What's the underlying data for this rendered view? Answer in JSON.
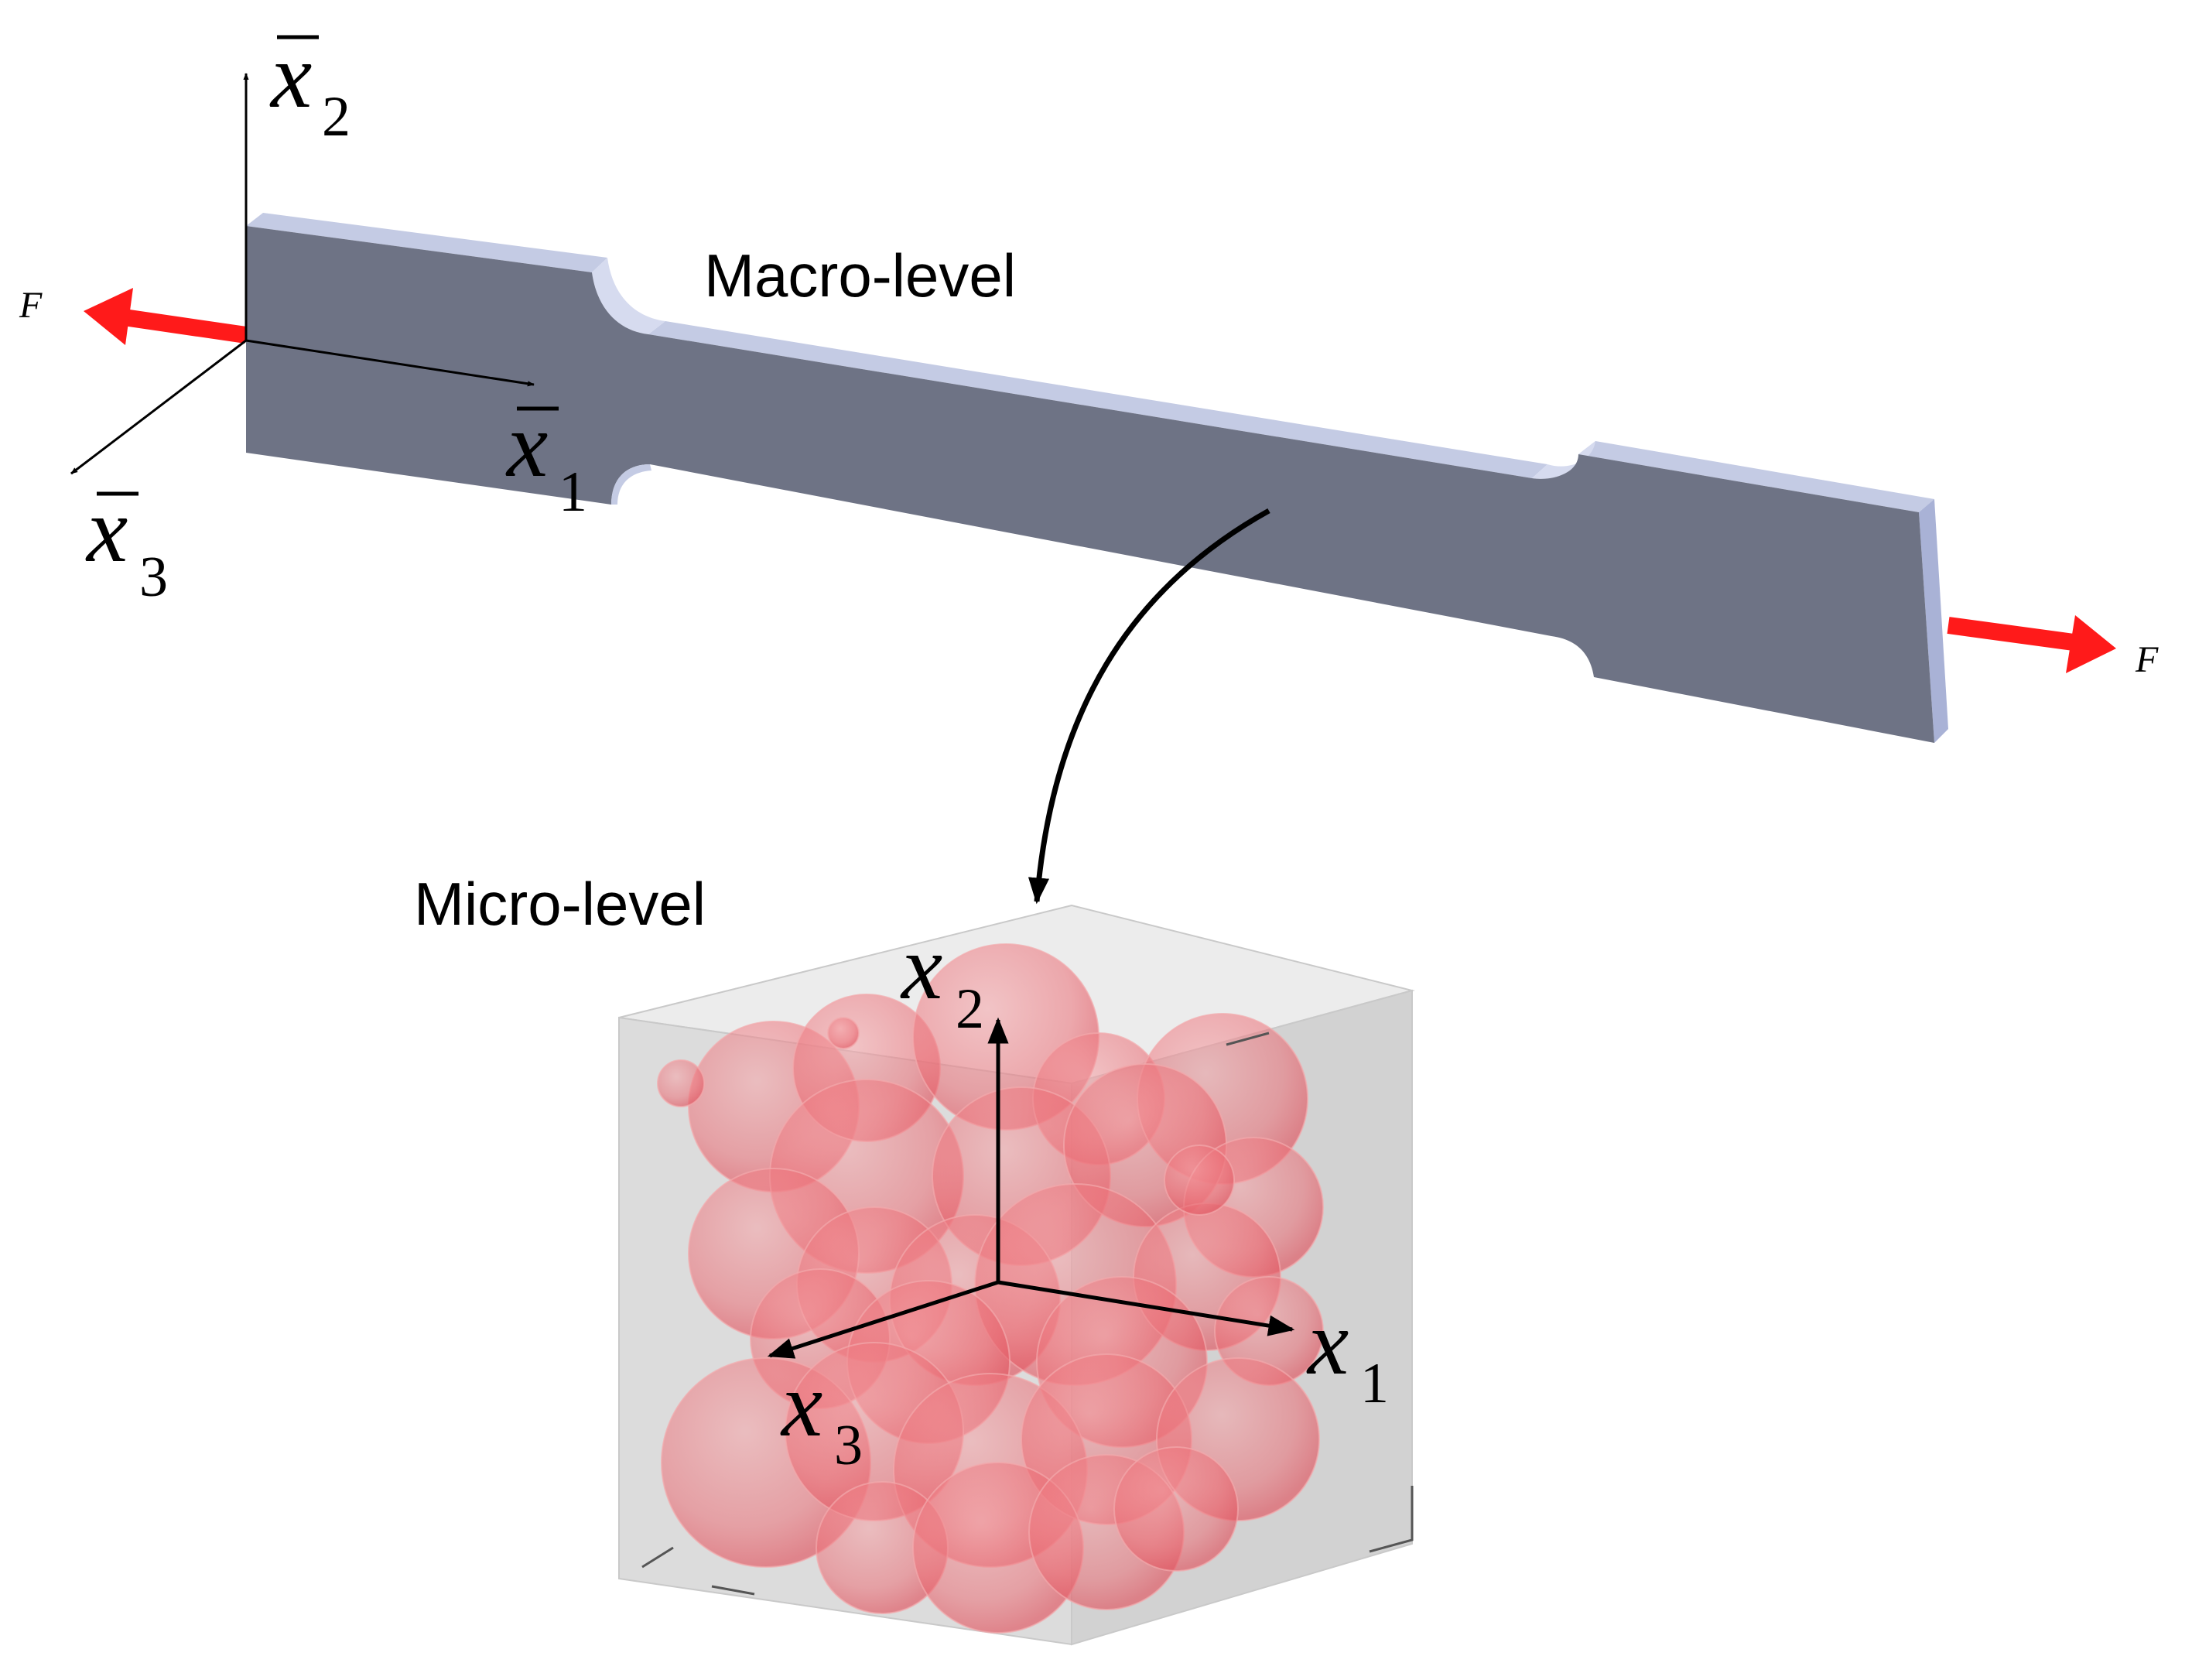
{
  "labels": {
    "macro": "Macro-level",
    "micro": "Micro-level",
    "force_left": "F",
    "force_right": "F"
  },
  "macro_axes": {
    "x1": {
      "var": "x",
      "sub": "1",
      "bar": true
    },
    "x2": {
      "var": "x",
      "sub": "2",
      "bar": true
    },
    "x3": {
      "var": "x",
      "sub": "3",
      "bar": true
    }
  },
  "micro_axes": {
    "x1": {
      "var": "x",
      "sub": "1"
    },
    "x2": {
      "var": "x",
      "sub": "2"
    },
    "x3": {
      "var": "x",
      "sub": "3"
    }
  },
  "colors": {
    "specimen_front": "#6e7385",
    "specimen_top": "#c4cbe4",
    "specimen_side": "#a9b2d6",
    "force_arrow": "#ff1a1a",
    "particle": "#f07a80",
    "cube_face": "#dcdcdc",
    "axis": "#000000"
  },
  "icons": {
    "force_arrow": "arrow-icon",
    "zoom_arrow": "curved-arrow-icon"
  }
}
